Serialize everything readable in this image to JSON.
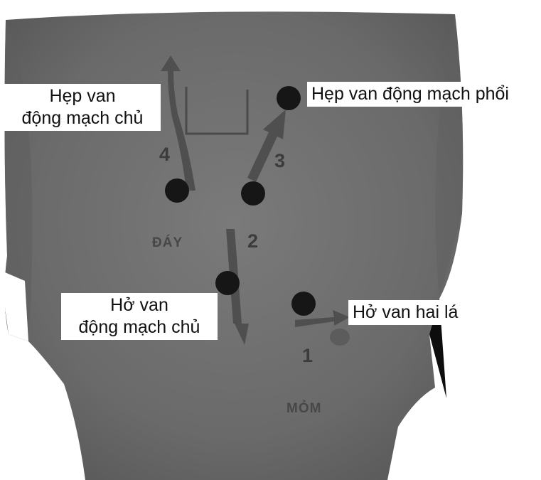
{
  "labels": {
    "aortic_stenosis": [
      "Hẹp van",
      "động mạch chủ"
    ],
    "pulmonary_stenosis": "Hẹp van động mạch phổi",
    "aortic_regurgitation": [
      "Hở van",
      "động mạch chủ"
    ],
    "mitral_regurgitation": "Hở van hai lá"
  },
  "markers": {
    "n1": "1",
    "n2": "2",
    "n3": "3",
    "n4": "4"
  },
  "regions": {
    "base": "ĐÁY",
    "apex": "MỎM"
  },
  "colors": {
    "background": "#ffffff",
    "torso": "#6b6b6b",
    "dot": "#1a1a1a",
    "arrow": "#505050",
    "label_bg": "#ffffff",
    "label_text": "#111111"
  }
}
